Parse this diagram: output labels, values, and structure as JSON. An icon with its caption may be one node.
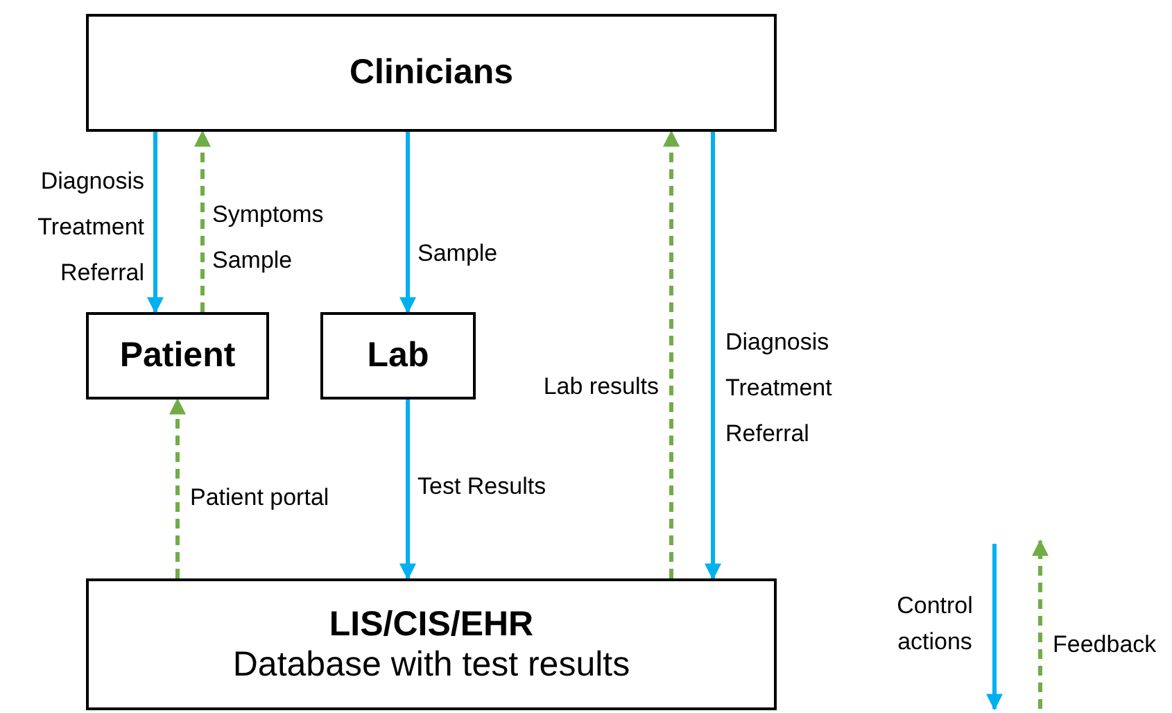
{
  "diagram": {
    "nodes": [
      {
        "text": [
          "Clinicians"
        ]
      },
      {
        "text": [
          "Patient"
        ]
      },
      {
        "text": [
          "Lab"
        ]
      },
      {
        "text": [
          "LIS/CIS/EHR",
          "Database with test results"
        ]
      }
    ],
    "edges": [
      {
        "from": 0,
        "to": 1,
        "arrow": "to",
        "label": "Diagnosis Treatment Referral"
      },
      {
        "from": 1,
        "to": 0,
        "arrow": "to",
        "label": "Symptoms Sample",
        "style": "dashed",
        "color": "#70ad47"
      },
      {
        "from": 0,
        "to": 2,
        "arrow": "to",
        "label": "Sample"
      },
      {
        "from": 2,
        "to": 3,
        "arrow": "to",
        "label": "Test Results"
      },
      {
        "from": 3,
        "to": 1,
        "arrow": "to",
        "label": "Patient portal",
        "style": "dashed",
        "color": "#70ad47"
      },
      {
        "from": 3,
        "to": 0,
        "arrow": "to",
        "label": "Lab results",
        "style": "dashed",
        "color": "#70ad47"
      },
      {
        "from": 0,
        "to": 3,
        "arrow": "to",
        "label": "Diagnosis Treatment Referral"
      }
    ],
    "legend": [
      {
        "text": "Control actions"
      },
      {
        "text": "Feedback"
      }
    ]
  }
}
